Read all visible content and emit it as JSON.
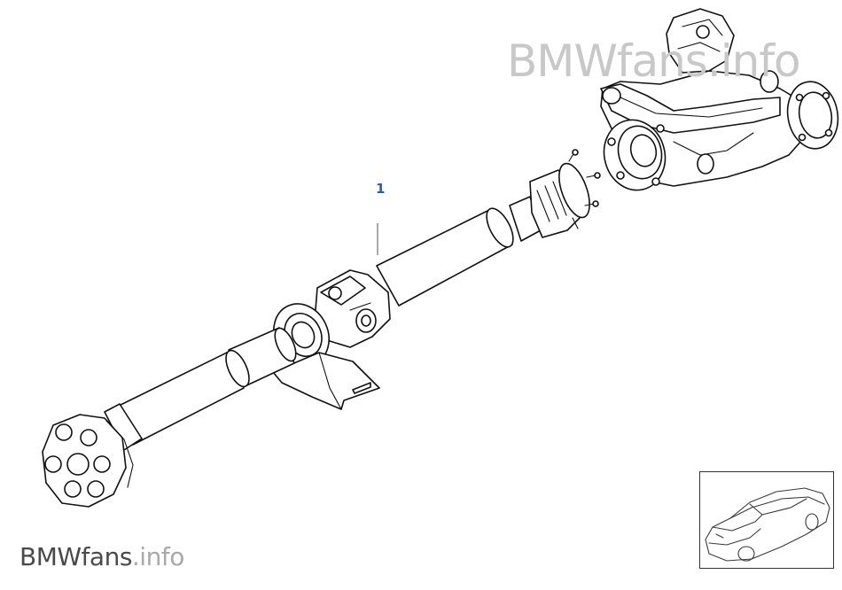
{
  "watermark_top": "BMWfans.info",
  "watermark_bottom": {
    "brand": "BMWfans",
    "suffix": ".info"
  },
  "callouts": [
    {
      "label": "1"
    }
  ],
  "thumbnail": {
    "icon": "car-icon"
  }
}
